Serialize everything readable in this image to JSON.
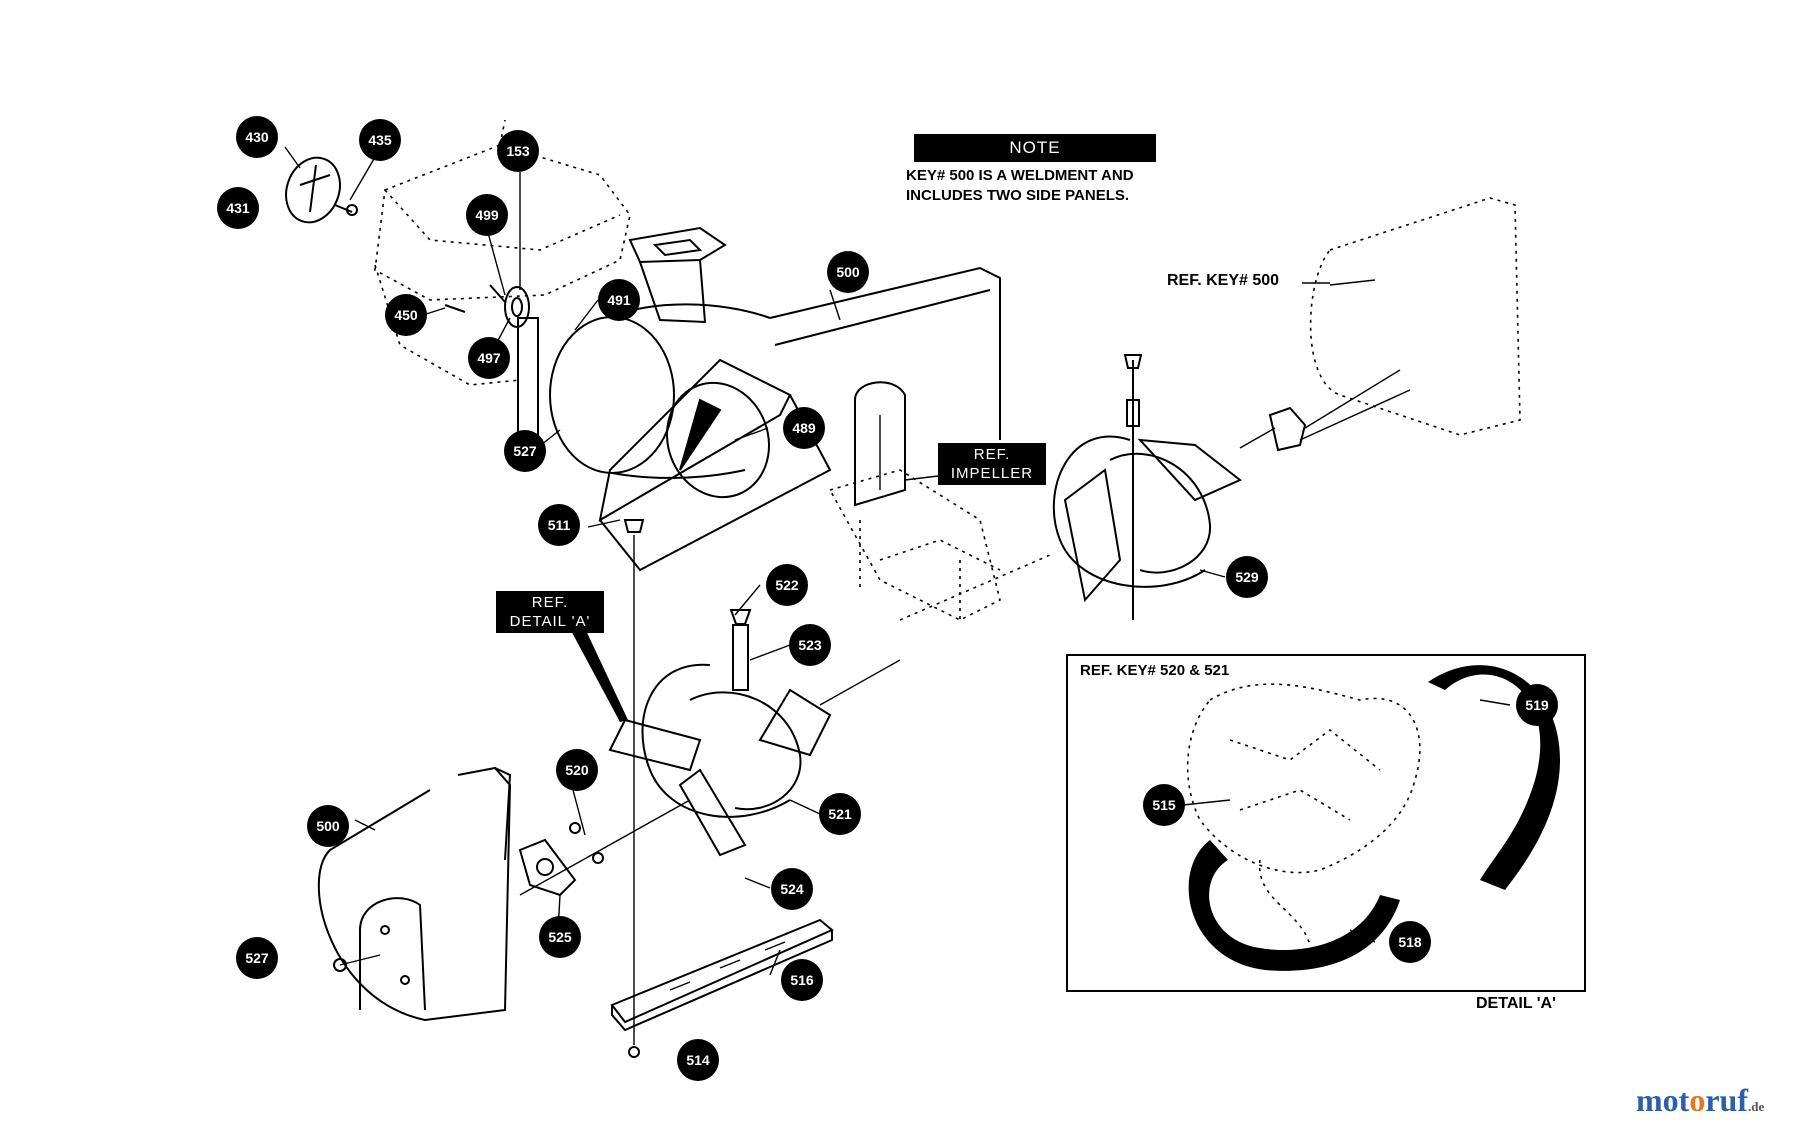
{
  "note": {
    "heading": "NOTE",
    "line1": "KEY# 500 IS A WELDMENT AND",
    "line2": "INCLUDES TWO SIDE PANELS."
  },
  "refs": {
    "key500": "REF. KEY# 500",
    "impeller_1": "REF.",
    "impeller_2": "IMPELLER",
    "detail_1": "REF.",
    "detail_2": "DETAIL 'A'",
    "key520_521": "REF. KEY# 520 & 521",
    "detail_caption": "DETAIL 'A'"
  },
  "callouts": [
    {
      "id": "c430",
      "label": "430"
    },
    {
      "id": "c431",
      "label": "431"
    },
    {
      "id": "c435",
      "label": "435"
    },
    {
      "id": "c153",
      "label": "153"
    },
    {
      "id": "c499",
      "label": "499"
    },
    {
      "id": "c450",
      "label": "450"
    },
    {
      "id": "c497",
      "label": "497"
    },
    {
      "id": "c491",
      "label": "491"
    },
    {
      "id": "c500a",
      "label": "500"
    },
    {
      "id": "c489",
      "label": "489"
    },
    {
      "id": "c527a",
      "label": "527"
    },
    {
      "id": "c511",
      "label": "511"
    },
    {
      "id": "c522",
      "label": "522"
    },
    {
      "id": "c523",
      "label": "523"
    },
    {
      "id": "c520",
      "label": "520"
    },
    {
      "id": "c521",
      "label": "521"
    },
    {
      "id": "c529",
      "label": "529"
    },
    {
      "id": "c500b",
      "label": "500"
    },
    {
      "id": "c525",
      "label": "525"
    },
    {
      "id": "c524",
      "label": "524"
    },
    {
      "id": "c527b",
      "label": "527"
    },
    {
      "id": "c516",
      "label": "516"
    },
    {
      "id": "c514",
      "label": "514"
    },
    {
      "id": "c519",
      "label": "519"
    },
    {
      "id": "c515",
      "label": "515"
    },
    {
      "id": "c518",
      "label": "518"
    }
  ],
  "watermark": {
    "part1": "mot",
    "part2": "o",
    "part3": "ruf",
    "tld": ".de"
  }
}
